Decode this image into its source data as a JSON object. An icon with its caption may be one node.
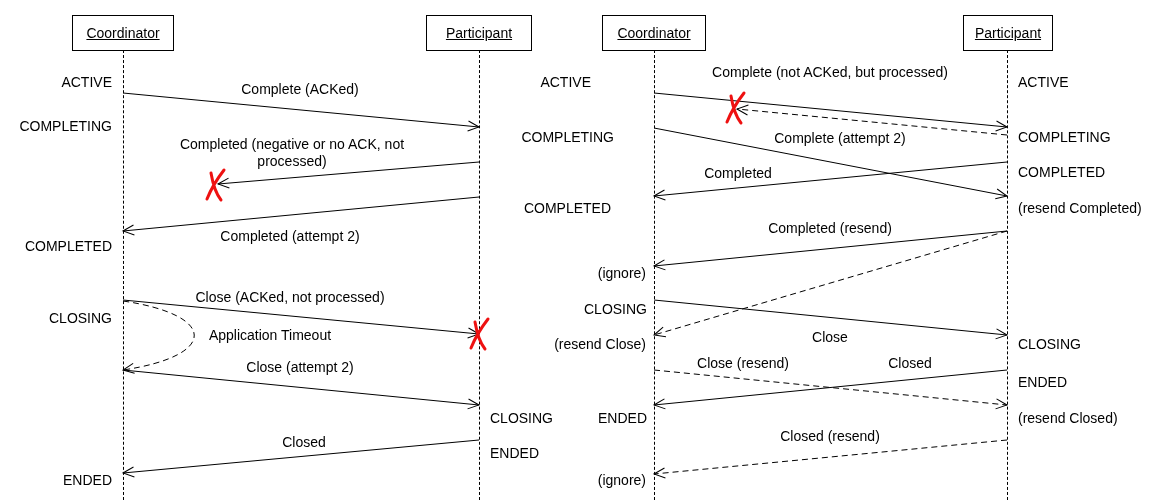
{
  "diagram": {
    "nodes": [
      {
        "text": [
          "Coordinator"
        ]
      },
      {
        "text": [
          "Participant"
        ]
      },
      {
        "text": [
          "Coordinator"
        ]
      },
      {
        "text": [
          "Participant"
        ]
      },
      {
        "text": [],
        "shape": "line",
        "beside": [
          "ACTIVE",
          "COMPLETING",
          "COMPLETED",
          "CLOSING",
          "ENDED"
        ]
      },
      {
        "text": [],
        "shape": "line",
        "beside": [
          "CLOSING",
          "ENDED"
        ]
      },
      {
        "text": [],
        "shape": "line",
        "beside": [
          "ACTIVE",
          "COMPLETING",
          "COMPLETED",
          "(ignore)",
          "CLOSING",
          "(resend Close)",
          "ENDED",
          "(ignore)"
        ]
      },
      {
        "text": [],
        "shape": "line",
        "beside": [
          "ACTIVE",
          "COMPLETING",
          "COMPLETED",
          "(resend Completed)",
          "CLOSING",
          "ENDED",
          "(resend Closed)"
        ]
      }
    ],
    "edges": [
      {
        "from": 4,
        "to": 5,
        "arrow": "to",
        "label": "Complete (ACKed)"
      },
      {
        "from": 5,
        "to": null,
        "arrow": "to",
        "label": "Completed (negative or no ACK, not processed)"
      },
      {
        "from": 5,
        "to": 4,
        "arrow": "to",
        "label": "Completed (attempt 2)"
      },
      {
        "from": 4,
        "to": 4,
        "arrow": "to",
        "label": "Application Timeout",
        "style": "dashed"
      },
      {
        "from": 4,
        "to": 5,
        "arrow": "to",
        "label": "Close (ACKed, not processed)"
      },
      {
        "from": 4,
        "to": 5,
        "arrow": "to",
        "label": "Close (attempt 2)"
      },
      {
        "from": 5,
        "to": 4,
        "arrow": "to",
        "label": "Closed"
      },
      {
        "from": 6,
        "to": 7,
        "arrow": "to",
        "label": "Complete (not ACKed, but processed)"
      },
      {
        "from": 7,
        "to": null,
        "arrow": "to",
        "style": "dashed"
      },
      {
        "from": 6,
        "to": 7,
        "arrow": "to",
        "label": "Complete (attempt 2)"
      },
      {
        "from": 7,
        "to": 6,
        "arrow": "to",
        "label": "Completed"
      },
      {
        "from": 7,
        "to": 6,
        "arrow": "to",
        "label": "Completed (resend)"
      },
      {
        "from": 7,
        "to": 6,
        "arrow": "to",
        "style": "dashed"
      },
      {
        "from": 6,
        "to": 7,
        "arrow": "to",
        "label": "Close"
      },
      {
        "from": 6,
        "to": 7,
        "arrow": "to",
        "label": "Close (resend)",
        "style": "dashed"
      },
      {
        "from": 7,
        "to": 6,
        "arrow": "to",
        "label": "Closed"
      },
      {
        "from": 7,
        "to": 6,
        "arrow": "to",
        "label": "Closed (resend)",
        "style": "dashed"
      }
    ]
  }
}
